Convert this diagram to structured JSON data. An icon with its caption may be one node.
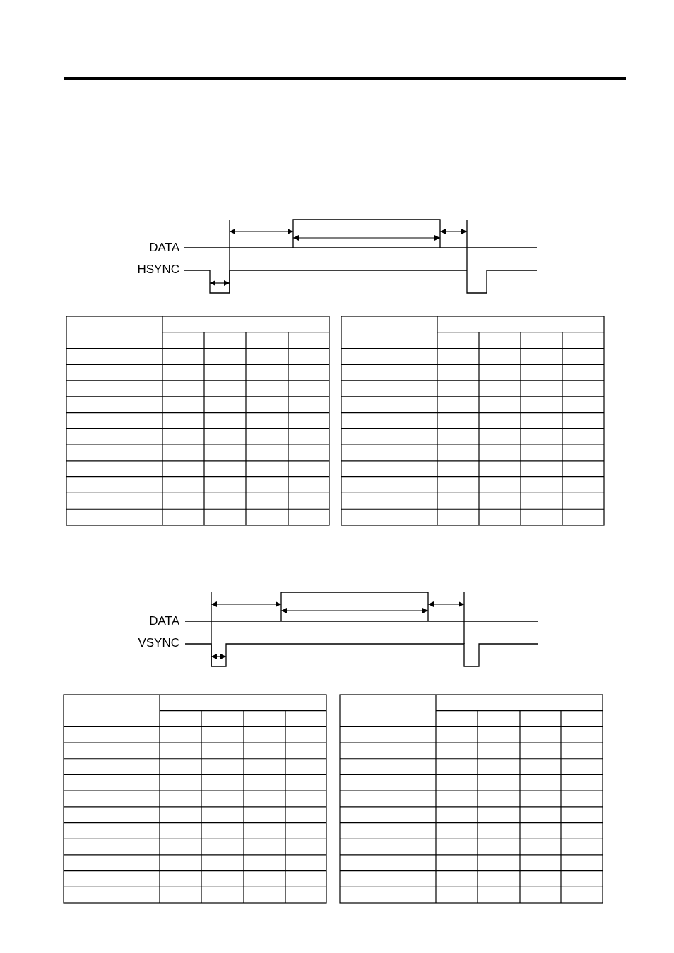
{
  "diagram": {
    "labels": [
      "DATA",
      "HSYNC",
      "DATA",
      "VSYNC"
    ]
  }
}
